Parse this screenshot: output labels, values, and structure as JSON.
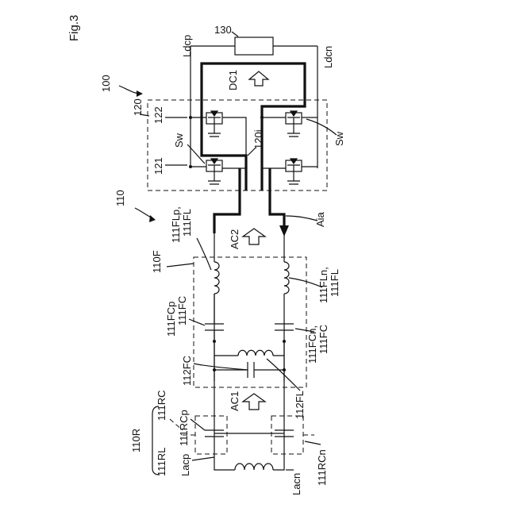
{
  "figure": {
    "title": "Fig.3"
  },
  "labels": {
    "sys_100": "100",
    "conv_120": "120",
    "lbl_122": "122",
    "lbl_121": "121",
    "sw_left": "Sw",
    "sw_right": "Sw",
    "lbl_120i": "120i",
    "load_130": "130",
    "ldcp": "Ldcp",
    "ldcn": "Ldcn",
    "dc1": "DC1",
    "sys_110": "110",
    "fl_p": "111FLp,",
    "fl_p2": "111FL",
    "fl_n": "111FLn,",
    "fl_n2": "111FL",
    "f110": "110F",
    "ac2": "AC2",
    "aia": "Aia",
    "fc_p": "111FCp",
    "fc_p2": "111FC",
    "fc_n": "111FCn,",
    "fc_n2": "111FC",
    "fc112": "112FC",
    "fl112": "112FL",
    "ac1": "AC1",
    "r110": "110R",
    "rl111": "111RL",
    "rc111": "111RC",
    "rcp": "111RCp",
    "rcn": "111RCn",
    "lacp": "Lacp",
    "lacn": "Lacn"
  }
}
